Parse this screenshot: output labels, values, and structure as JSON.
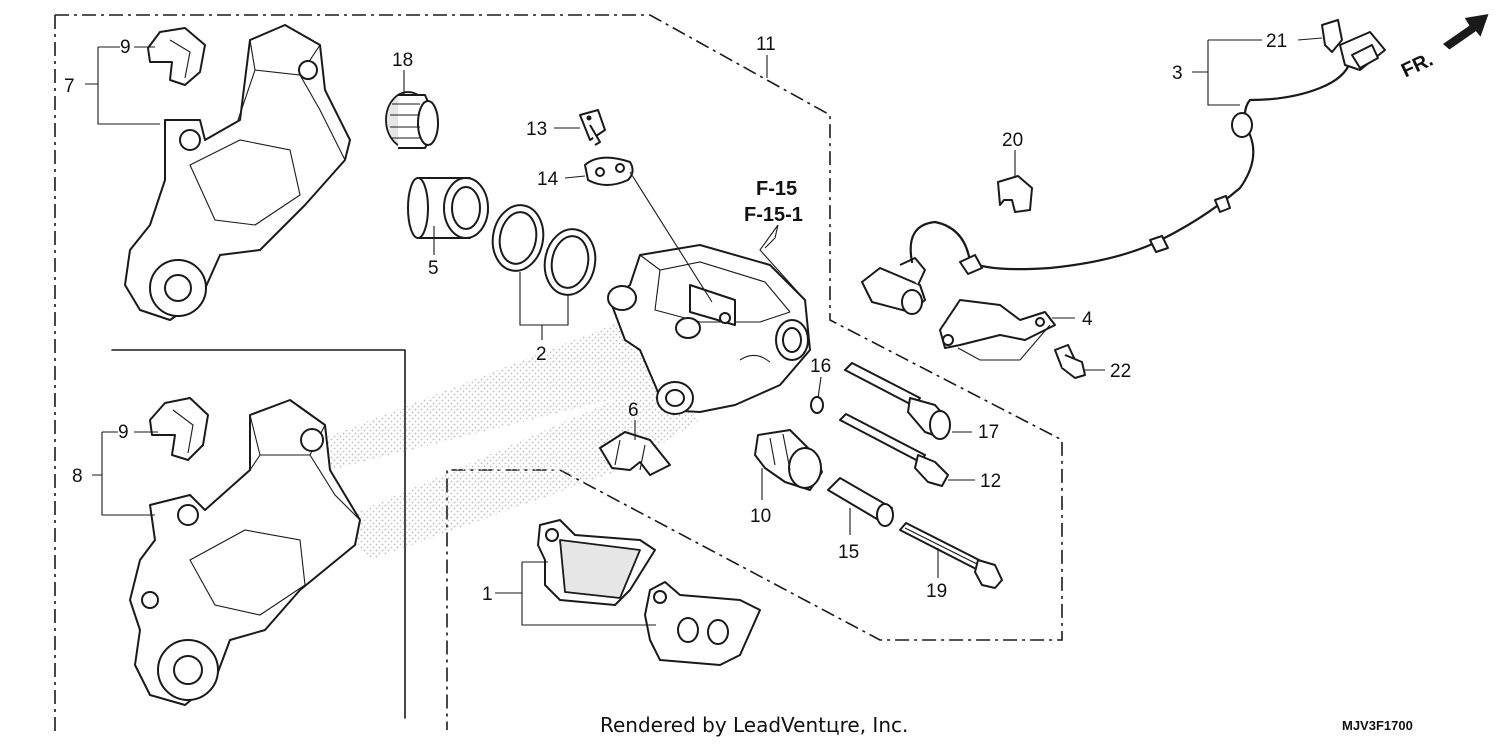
{
  "callouts": {
    "p1": "1",
    "p2": "2",
    "p3": "3",
    "p4": "4",
    "p5": "5",
    "p6": "6",
    "p7": "7",
    "p8": "8",
    "p9a": "9",
    "p9b": "9",
    "p10": "10",
    "p11": "11",
    "p12": "12",
    "p13": "13",
    "p14": "14",
    "p15": "15",
    "p16": "16",
    "p17": "17",
    "p18": "18",
    "p19": "19",
    "p20": "20",
    "p21": "21",
    "p22": "22"
  },
  "references": {
    "ref1": "F-15",
    "ref2": "F-15-1"
  },
  "direction_label": "FR.",
  "footer": {
    "credit": "Rendered by LeadVentцre, Inc.",
    "code": "MJV3F1700"
  }
}
